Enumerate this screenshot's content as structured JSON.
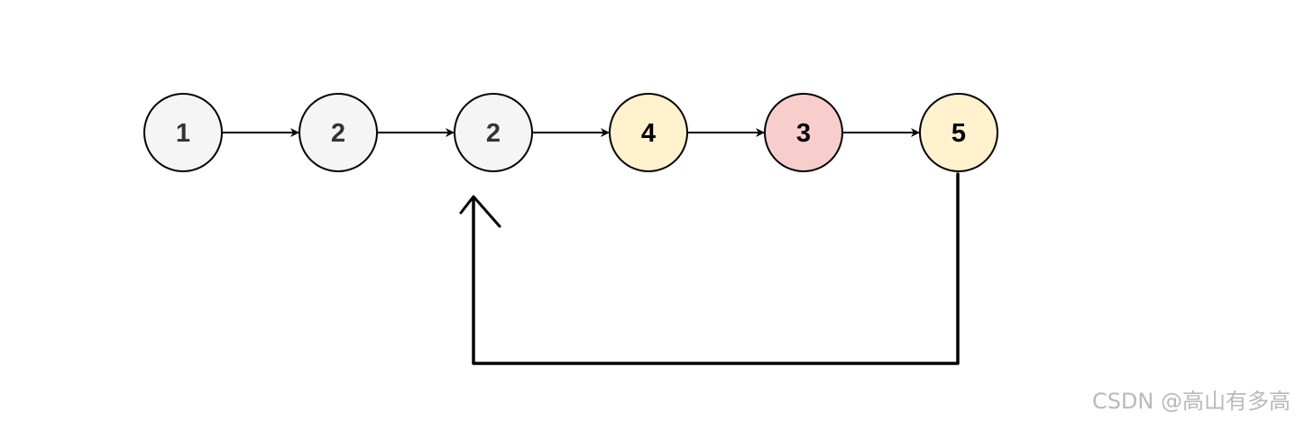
{
  "diagram": {
    "nodes": [
      {
        "id": "n1",
        "label": "1",
        "fill": "#f5f5f5"
      },
      {
        "id": "n2",
        "label": "2",
        "fill": "#f5f5f5"
      },
      {
        "id": "n3",
        "label": "2",
        "fill": "#f5f5f5"
      },
      {
        "id": "n4",
        "label": "4",
        "fill": "#fff2cc"
      },
      {
        "id": "n5",
        "label": "3",
        "fill": "#f8cecc"
      },
      {
        "id": "n6",
        "label": "5",
        "fill": "#fff2cc"
      }
    ],
    "edges": [
      {
        "from": "n1",
        "to": "n2"
      },
      {
        "from": "n2",
        "to": "n3"
      },
      {
        "from": "n3",
        "to": "n4"
      },
      {
        "from": "n4",
        "to": "n5"
      },
      {
        "from": "n5",
        "to": "n6"
      },
      {
        "from": "n6",
        "to": "n3",
        "style": "hand-drawn-loop"
      }
    ],
    "colors": {
      "stroke": "#000000",
      "label_default": "#333333",
      "label_highlight": "#000000"
    }
  },
  "watermark": {
    "text": "CSDN @高山有多高"
  }
}
